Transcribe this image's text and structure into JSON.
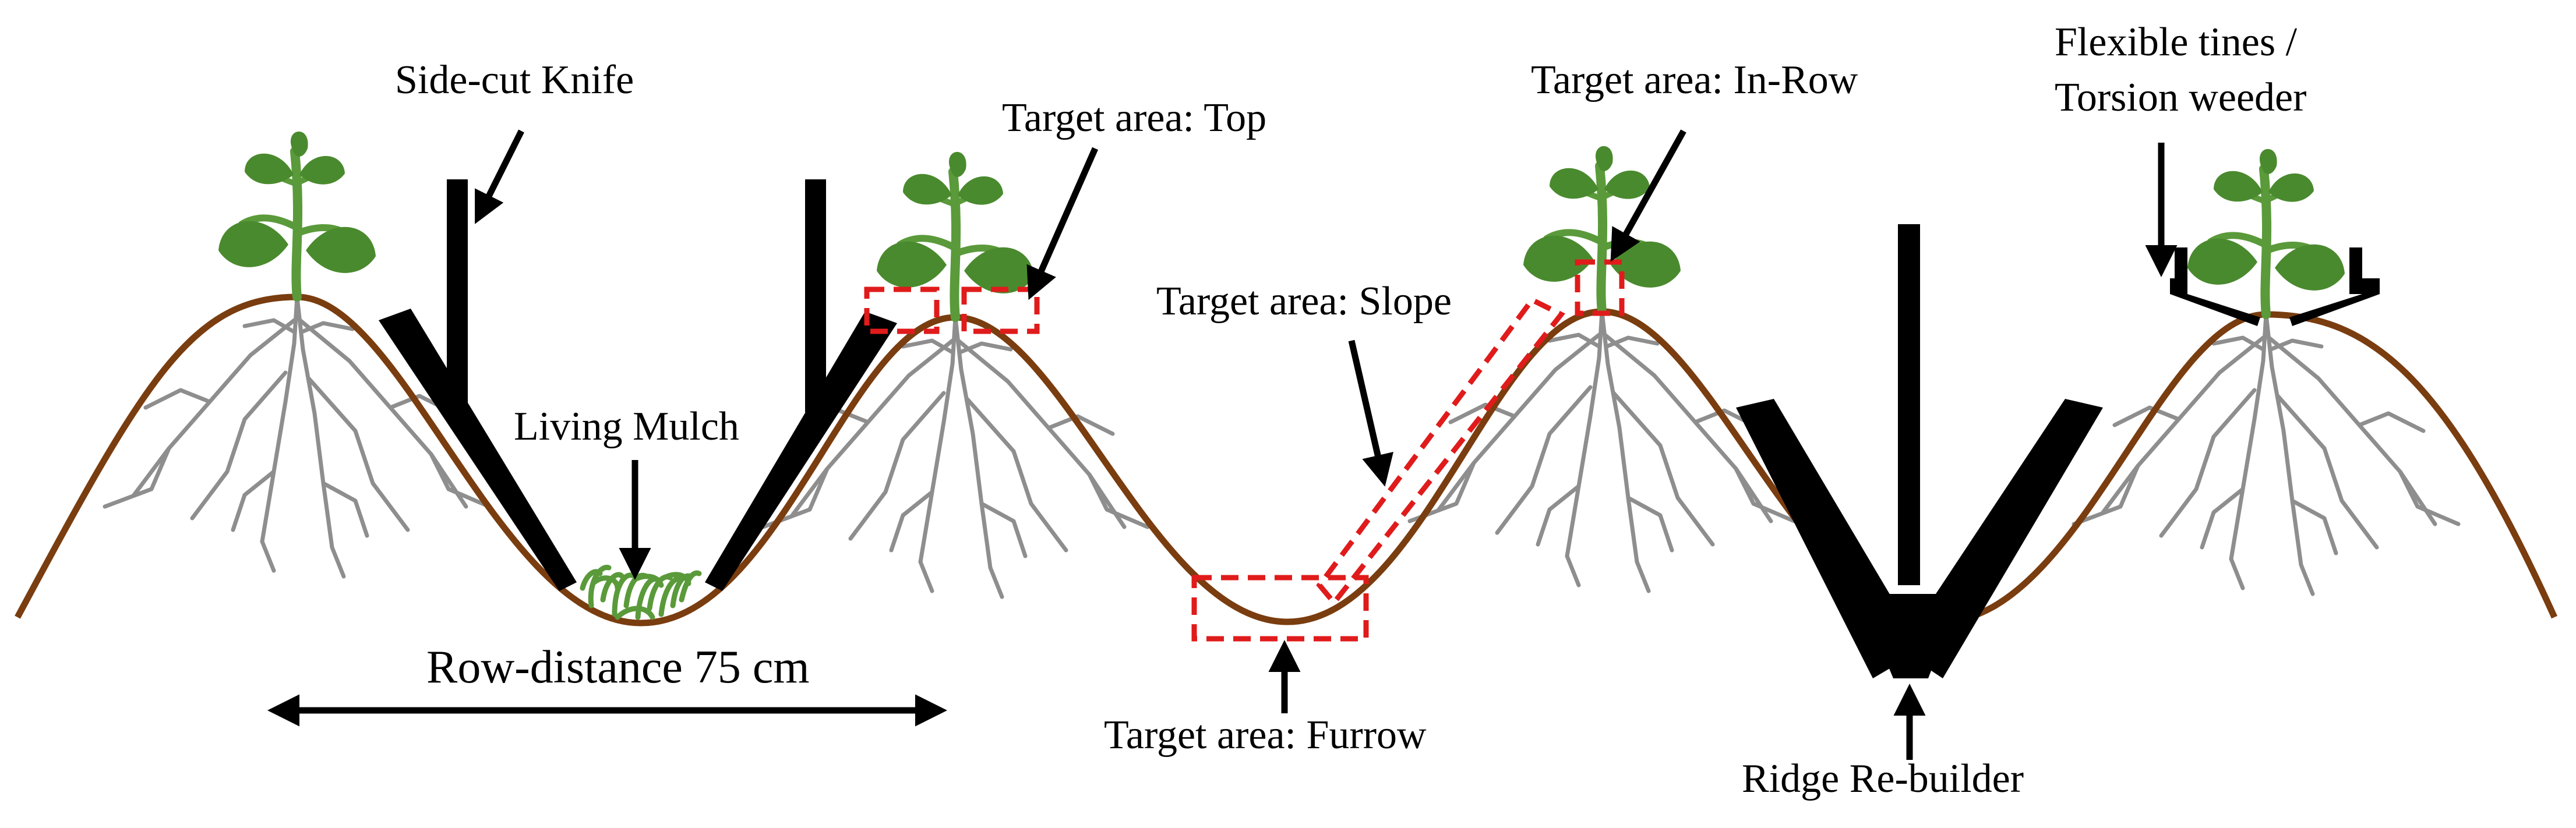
{
  "colors": {
    "soil_line": "#7a3d0f",
    "plant_green": "#4a8a2e",
    "stem_green": "#5a9a3a",
    "root_gray": "#8e8e8e",
    "tool_black": "#000000",
    "target_red": "#e01b1b",
    "mulch_green": "#5a9a3a"
  },
  "icons": {
    "plant": "seedling-icon",
    "roots": "root-system-icon",
    "mulch": "grass-mulch-icon",
    "arrow": "arrow-icon",
    "double_arrow": "double-headed-arrow-icon"
  },
  "labels": {
    "side_cut_knife": "Side-cut Knife",
    "target_top": "Target area: Top",
    "target_in_row": "Target area: In-Row",
    "flexible_tines_line1": "Flexible tines /",
    "flexible_tines_line2": "Torsion weeder",
    "living_mulch": "Living Mulch",
    "target_slope": "Target area: Slope",
    "row_distance": "Row-distance 75 cm",
    "target_furrow": "Target area: Furrow",
    "ridge_rebuilder": "Ridge Re-builder"
  }
}
